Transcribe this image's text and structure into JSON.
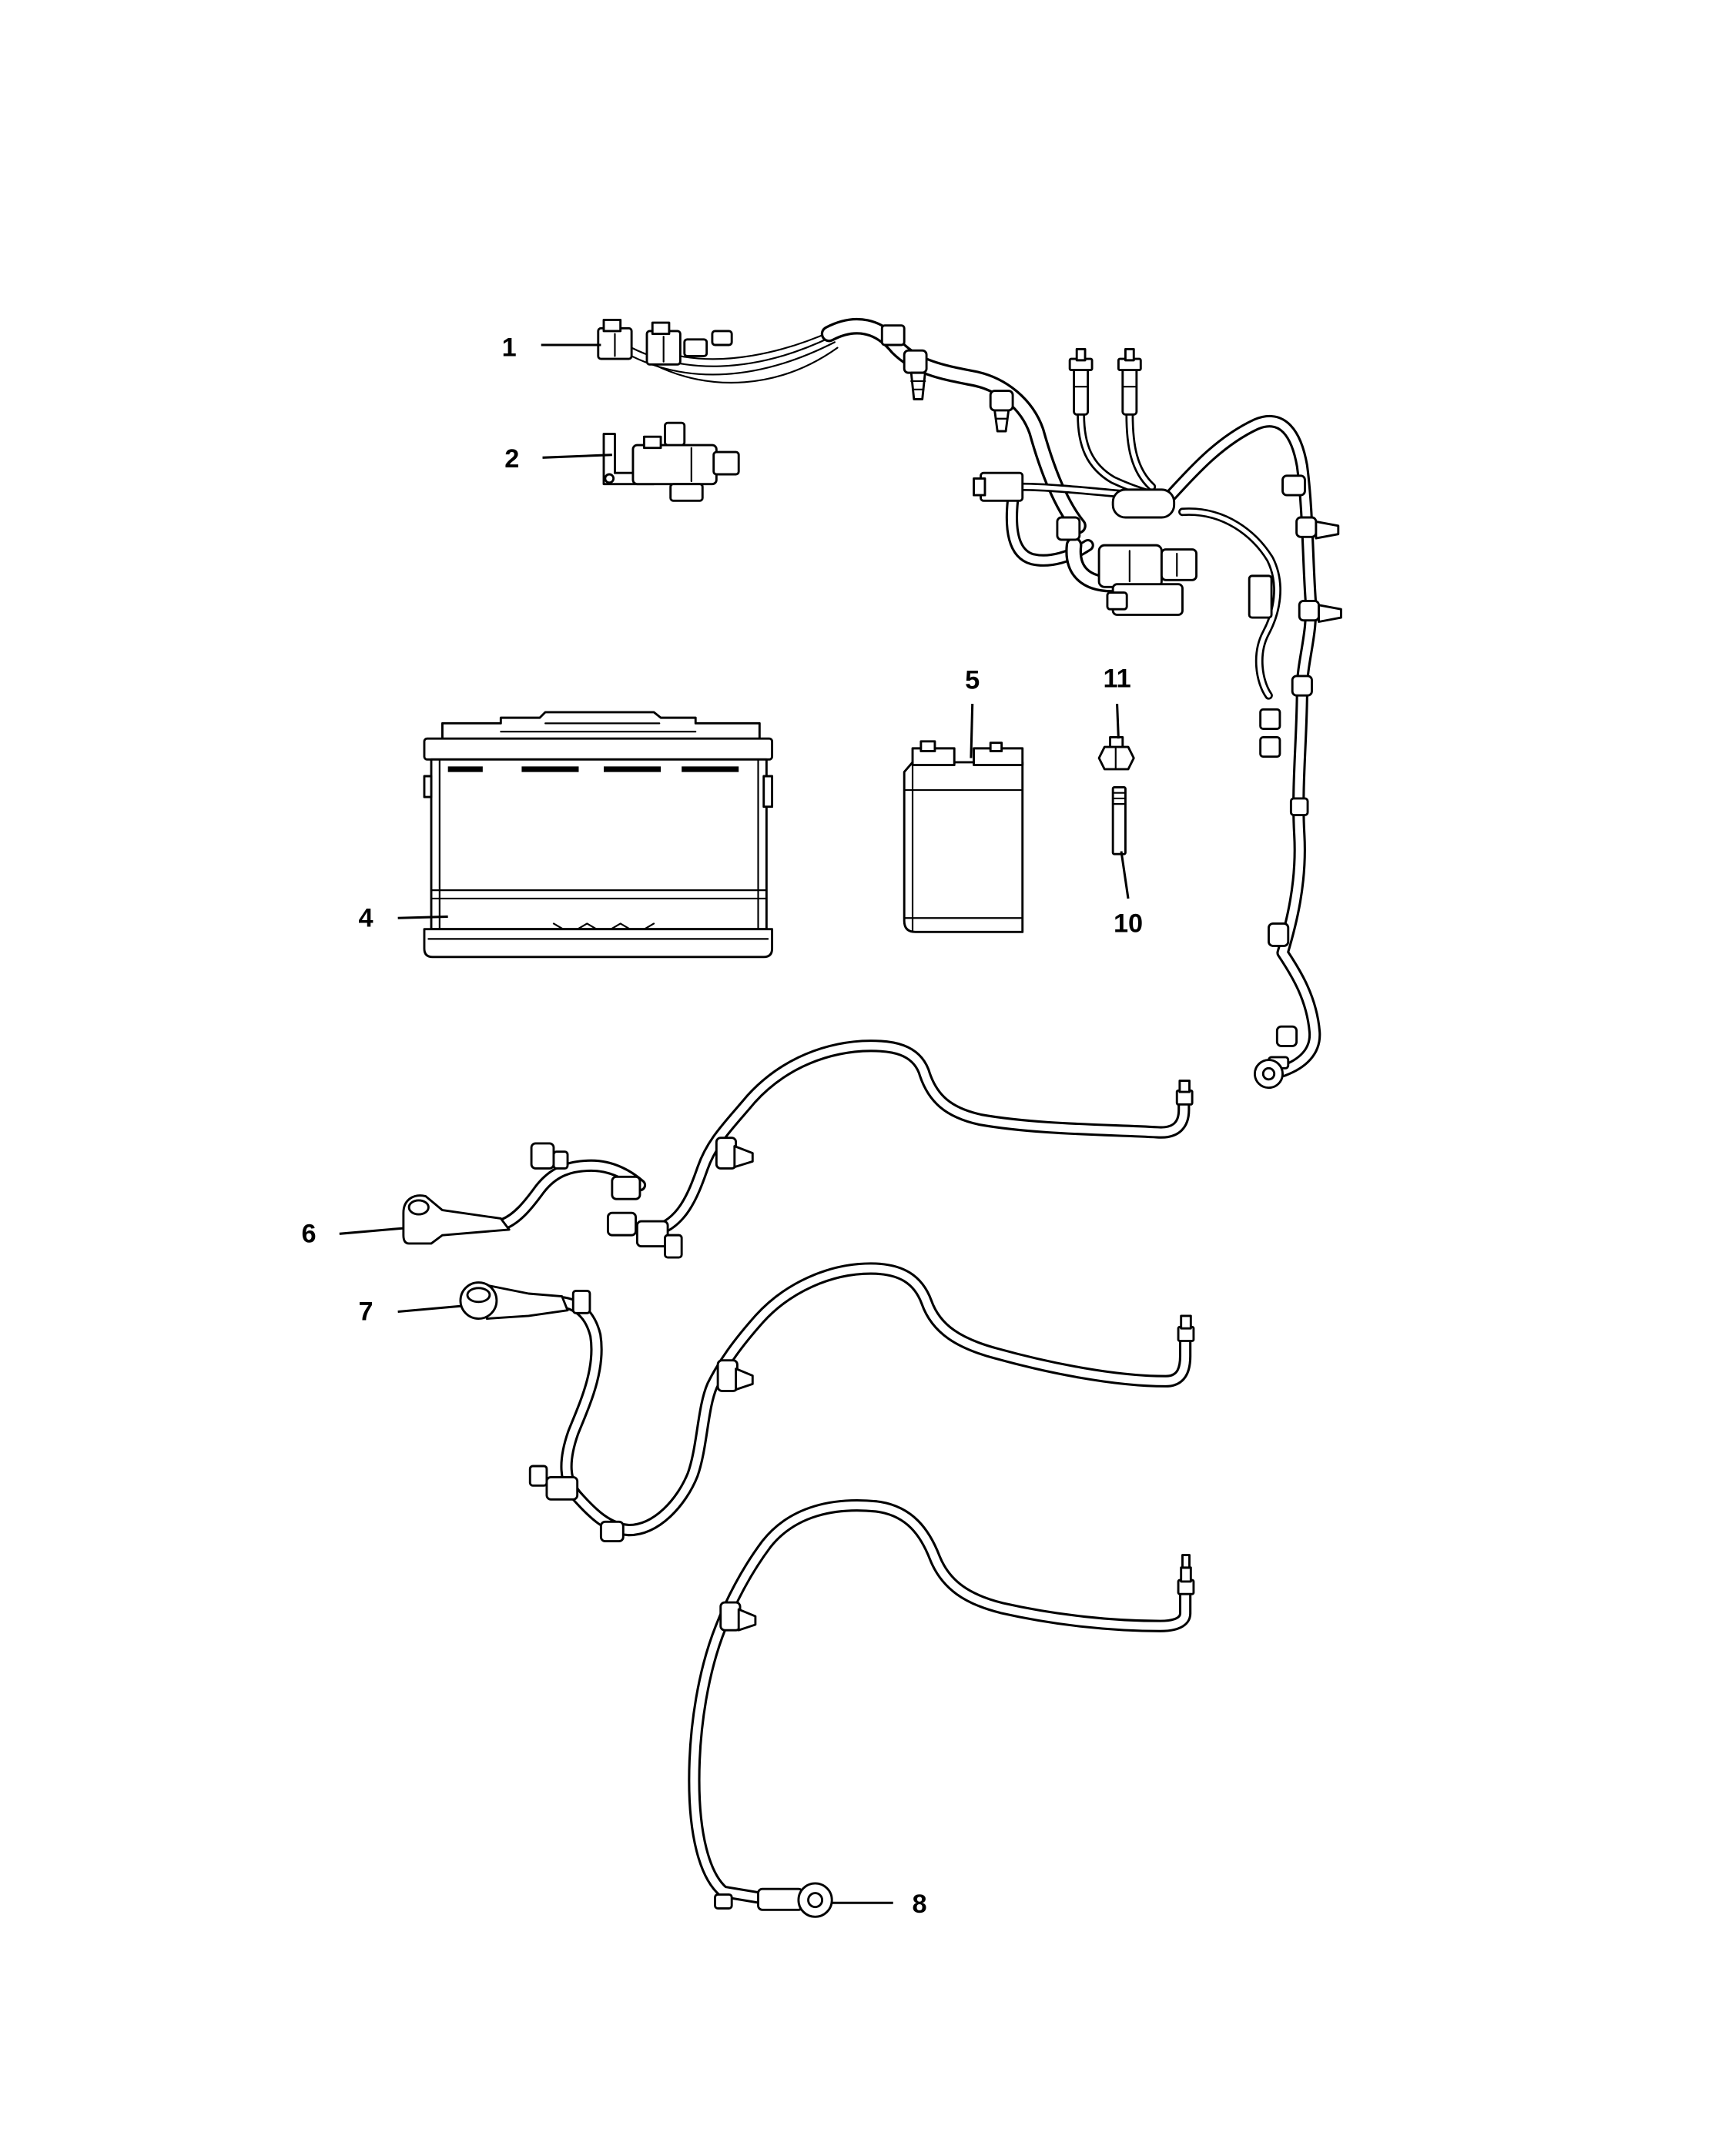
{
  "colors": {
    "line": "#000000",
    "background": "#ffffff"
  },
  "diagram": {
    "callouts": [
      "1",
      "2",
      "4",
      "5",
      "6",
      "7",
      "8",
      "10",
      "11"
    ]
  }
}
